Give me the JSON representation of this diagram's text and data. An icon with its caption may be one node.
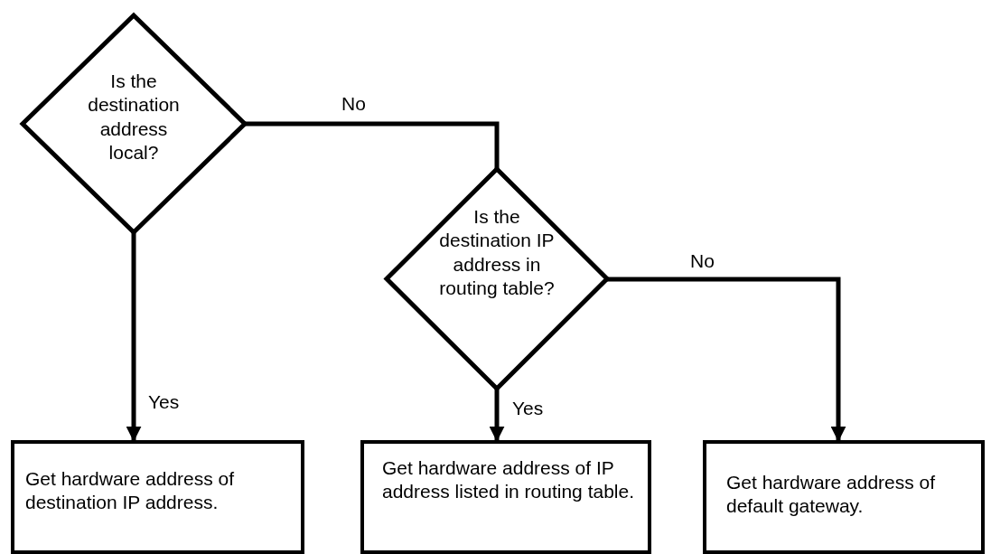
{
  "diagram": {
    "nodes": [
      {
        "text": [
          "Is the destination address local?"
        ]
      },
      {
        "text": [
          "Is the destination IP address in routing table?"
        ]
      },
      {
        "text": [
          "Get hardware address of destination IP address."
        ]
      },
      {
        "text": [
          "Get hardware address of  IP address listed in routing table."
        ]
      },
      {
        "text": [
          "Get hardware address of default gateway."
        ]
      }
    ],
    "edges": [
      {
        "from": 0,
        "to": 1,
        "arrow": "none",
        "label": "No"
      },
      {
        "from": 0,
        "to": 2,
        "arrow": "to",
        "label": "Yes"
      },
      {
        "from": 1,
        "to": 3,
        "arrow": "to",
        "label": "Yes"
      },
      {
        "from": 1,
        "to": 4,
        "arrow": "to",
        "label": "No"
      }
    ]
  }
}
